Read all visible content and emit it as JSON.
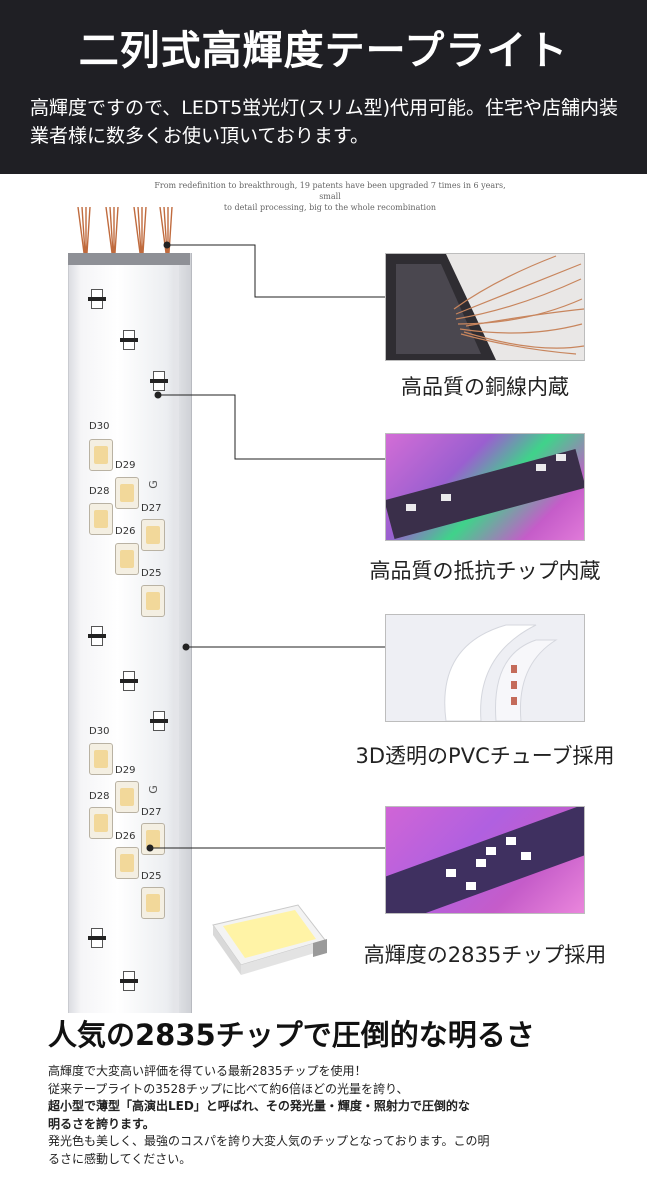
{
  "banner": {
    "title": "二列式高輝度テープライト",
    "subtitle": "高輝度ですので、LEDT5蛍光灯(スリム型)代用可能。住宅や店舗内装業者様に数多くお使い頂いております。"
  },
  "tagline": {
    "line1": "From redefinition to breakthrough, 19 patents have been upgraded 7 times in 6 years, small",
    "line2": "to detail processing, big to the whole recombination"
  },
  "strip": {
    "led_labels_top": [
      "D30",
      "D29",
      "D28",
      "D27",
      "D26",
      "D25"
    ],
    "led_labels_bottom": [
      "D30",
      "D29",
      "D28",
      "D27",
      "D26",
      "D25"
    ],
    "g_mark": "G"
  },
  "features": [
    {
      "caption": "高品質の銅線内蔵",
      "image": "copper-wire-photo"
    },
    {
      "caption": "高品質の抵抗チップ内蔵",
      "image": "rgb-led-resistor-photo"
    },
    {
      "caption": "3D透明のPVCチューブ採用",
      "image": "pvc-tube-photo"
    },
    {
      "caption": "高輝度の2835チップ採用",
      "image": "2835-chip-photo"
    }
  ],
  "headline": "人気の2835チップで圧倒的な明るさ",
  "body": {
    "line1": "高輝度で大変高い評価を得ている最新2835チップを使用！",
    "line2": "従来テープライトの3528チップに比べて約6倍ほどの光量を誇り、",
    "line3": "超小型で薄型「高演出LED」と呼ばれ、その発光量・輝度・照射力で圧倒的な",
    "line4": "明るさを誇ります。",
    "line5": "発光色も美しく、最強のコスパを誇り大変人気のチップとなっております。この明",
    "line6": "るさに感動してください。"
  },
  "colors": {
    "banner_bg": "#1f1f24",
    "led_warm": "#f2d89a",
    "rgb_magenta": "#d35cd6",
    "rgb_green": "#3fd38a"
  }
}
